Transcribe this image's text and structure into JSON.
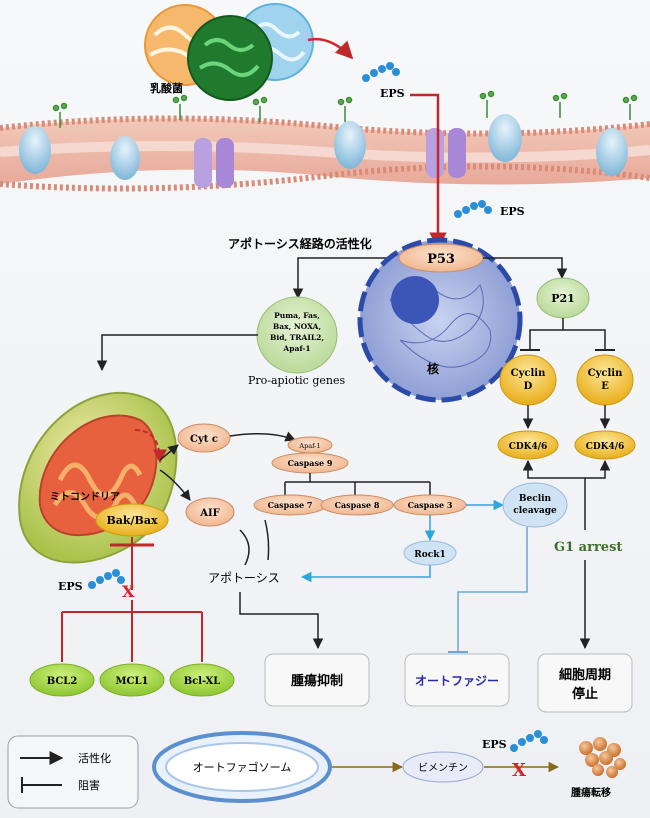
{
  "labels": {
    "lactobacillus": "乳酸菌",
    "eps_top": "EPS",
    "eps_membrane": "EPS",
    "eps_bak": "EPS",
    "eps_bottom": "EPS",
    "apoptosis_pathway": "アポトーシス経路の活性化",
    "p53": "P53",
    "nucleus": "核",
    "p21": "P21",
    "cyclin_d": [
      "Cyclin",
      "D"
    ],
    "cyclin_e": [
      "Cyclin",
      "E"
    ],
    "cdk_left": "CDK4/6",
    "cdk_right": "CDK4/6",
    "g1_arrest": "G1 arrest",
    "pro_genes_lines": [
      "Puma, Fas,",
      "Bax, NOXA,",
      "Bid, TRAIL2,",
      "Apaf-1"
    ],
    "pro_genes_caption": "Pro-apiotic genes",
    "mitochondria": "ミトコンドリア",
    "bak_bax": "Bak/Bax",
    "cyt_c": "Cyt c",
    "aif": "AIF",
    "apaf1": "Apaf-1",
    "caspase9": "Caspase 9",
    "caspase7": "Caspase 7",
    "caspase8": "Caspase 8",
    "caspase3": "Caspase 3",
    "rock1": "Rock1",
    "beclin": [
      "Beclin",
      "cleavage"
    ],
    "apoptosis": "アポトーシス",
    "bcl2": "BCL2",
    "mcl1": "MCL1",
    "bclxl": "Bcl-XL",
    "tumor_suppression": "腫瘍抑制",
    "autophagy": "オートファジー",
    "cell_cycle_arrest": [
      "細胞周期",
      "停止"
    ],
    "legend_activation": "活性化",
    "legend_inhibition": "阻害",
    "autophagosome": "オートファゴソーム",
    "vimentin": "ビメンチン",
    "tumor_metastasis": "腫瘍転移"
  },
  "colors": {
    "activation_arrow": "#222222",
    "inhibition_red": "#c0282a",
    "blue_link": "#2aa7dd",
    "green_node": "#cde6b0",
    "salmon_node": "#f6c9a9",
    "yellow_node": "#f2c230",
    "lime_node": "#a6d84a"
  }
}
